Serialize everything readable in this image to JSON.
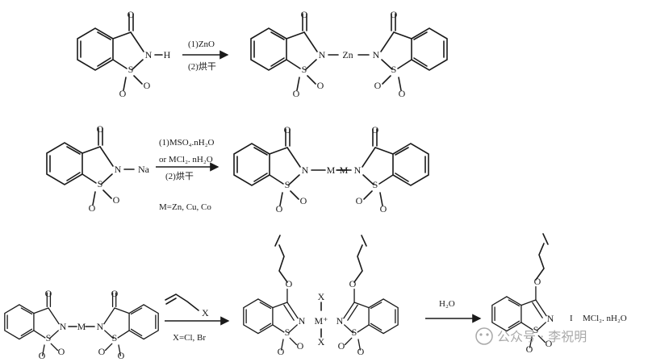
{
  "atoms": {
    "O": "O",
    "N": "N",
    "S": "S",
    "H": "H",
    "Na": "Na",
    "Zn": "Zn",
    "M": "M",
    "Mplus": "M⁺",
    "X": "X"
  },
  "row1": {
    "cond1": "(1)ZnO",
    "cond2": "(2)烘干"
  },
  "row2": {
    "cond1": "(1)MSO₄.nH₂O",
    "cond2": "or MCl₂. nH₂O",
    "cond3": "(2)烘干",
    "note": "M=Zn, Cu, Co"
  },
  "row3": {
    "cond_below": "X=Cl, Br",
    "reagent2": "H₂O",
    "byproduct": "MCl₂. nH₂O",
    "sep": "I"
  },
  "watermark": {
    "text": "公众号 · 李祝明"
  }
}
